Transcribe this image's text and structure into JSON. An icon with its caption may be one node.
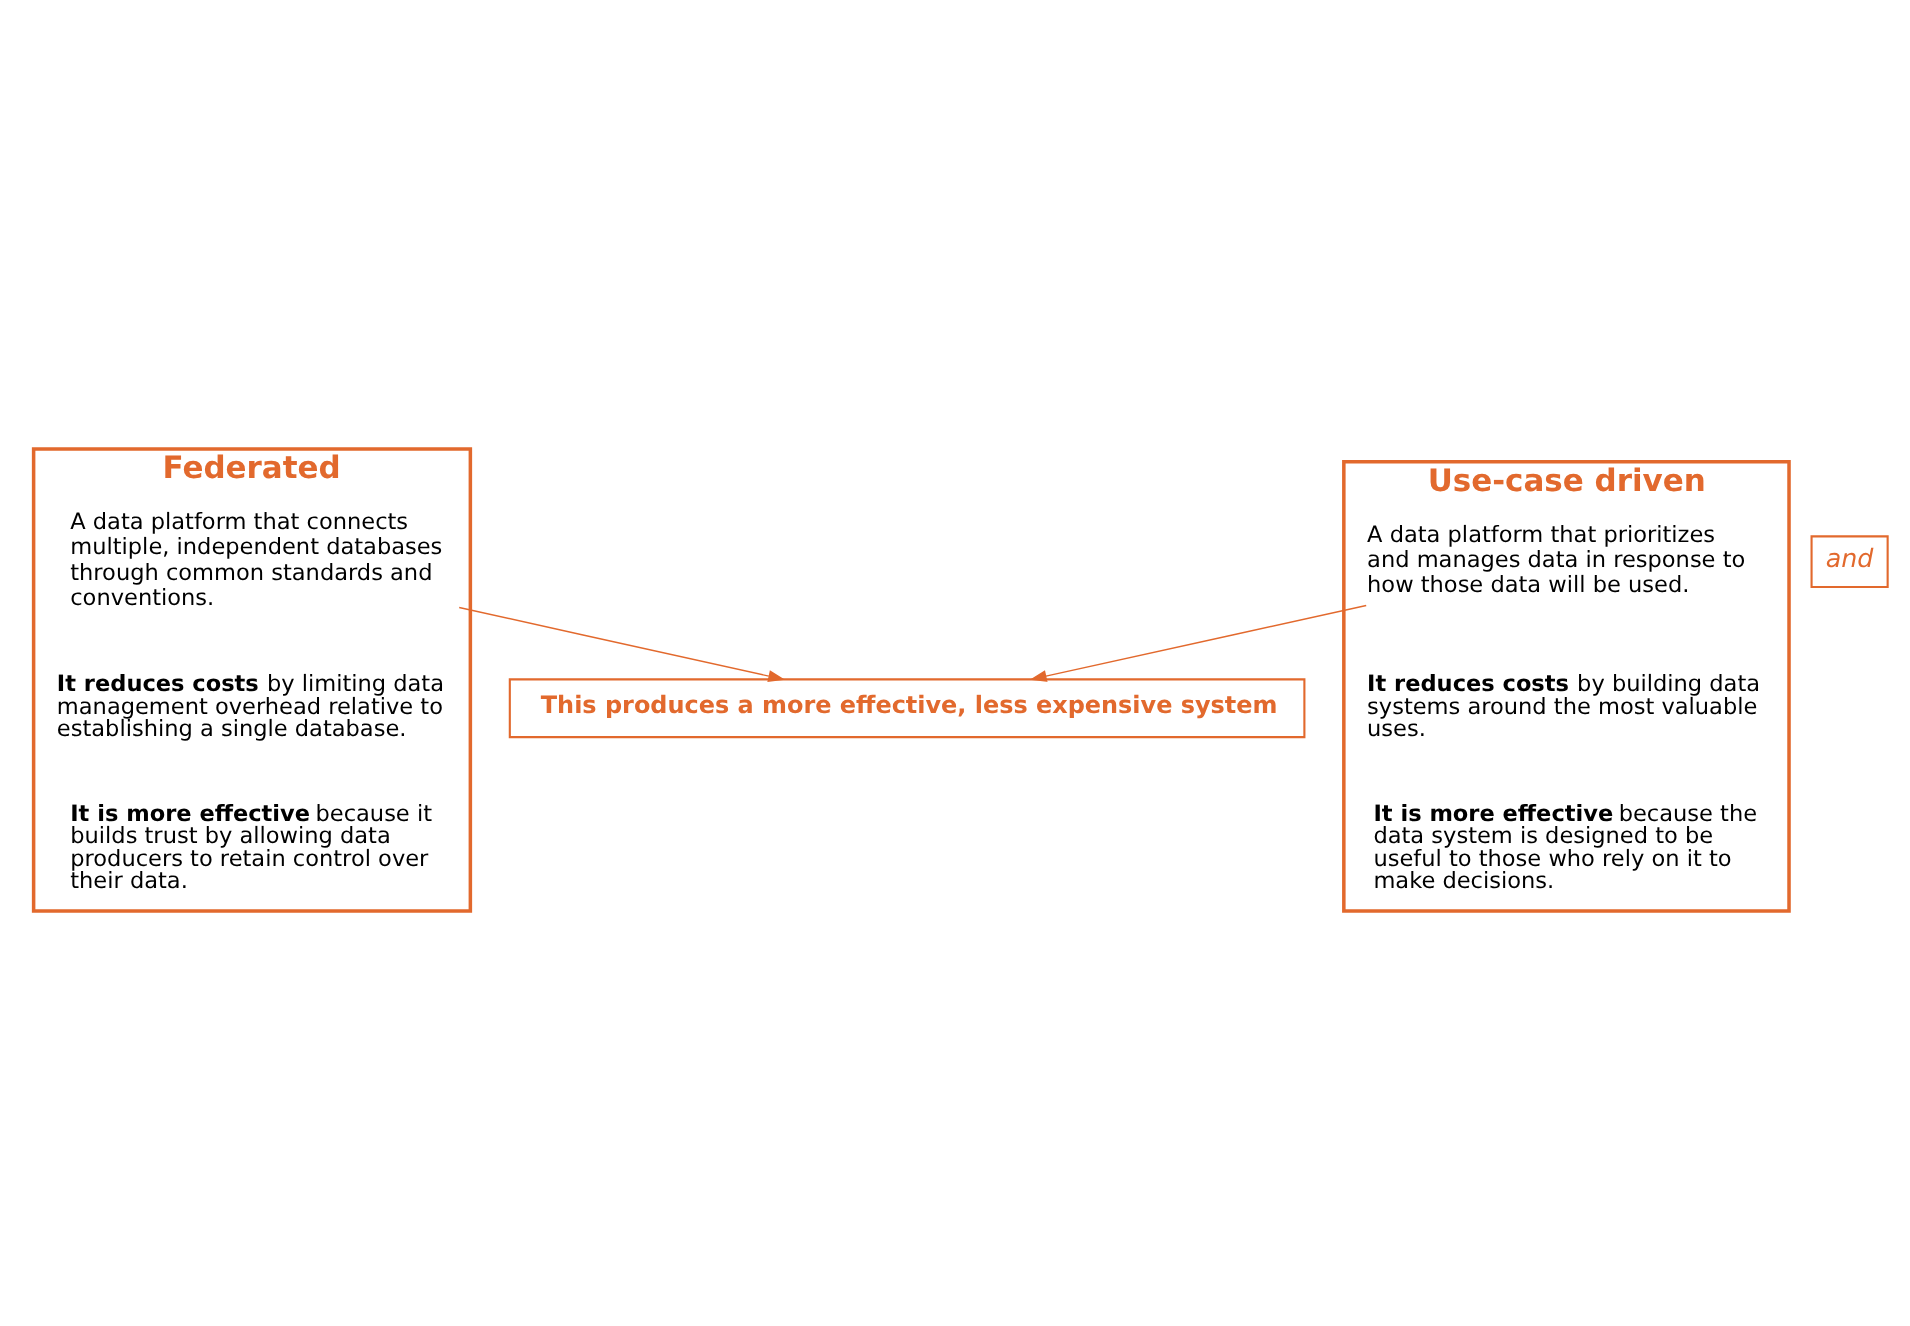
{
  "diagram": {
    "nodes": [
      {
        "text": [
          "Federated"
        ]
      },
      {
        "text": [
          "A data platform that connects multiple, independent databases through common standards and conventions."
        ],
        "in": 0
      },
      {
        "text": [
          "**It reduces costs** by limiting data management overhead relative to establishing a single database."
        ],
        "in": 0
      },
      {
        "text": [
          "**It is more effective** because it builds trust by allowing data producers to retain control over their data."
        ],
        "in": 0
      },
      {
        "text": [
          "and"
        ]
      },
      {
        "text": [
          "Use-case driven"
        ]
      },
      {
        "text": [
          "A data platform that prioritizes and manages data in response to how those data will be used."
        ],
        "in": 5
      },
      {
        "text": [
          "**It reduces costs** by building data systems around the most valuable uses."
        ],
        "in": 5
      },
      {
        "text": [
          "**It is more effective** because the data system is designed to be useful to those who rely on it to make decisions."
        ],
        "in": 5
      },
      {
        "text": [
          "This produces a more effective, less expensive system"
        ]
      }
    ],
    "edges": [
      {
        "from": 1,
        "to": 9,
        "arrow": "to"
      },
      {
        "from": 6,
        "to": 9,
        "arrow": "to"
      }
    ]
  }
}
